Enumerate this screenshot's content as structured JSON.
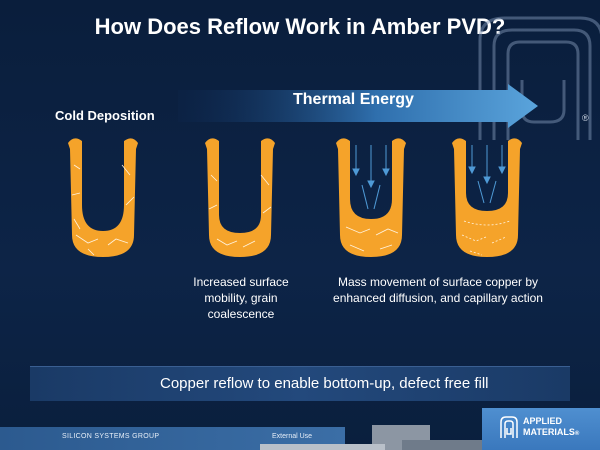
{
  "slide": {
    "title": "How Does Reflow Work in Amber PVD?",
    "arrow_label": "Thermal Energy",
    "registered_mark": "®",
    "cold_label": "Cold Deposition",
    "caption_2": [
      "Increased surface",
      "mobility, grain",
      "coalescence"
    ],
    "caption_3": [
      "Mass movement  of surface copper by",
      "enhanced diffusion, and capillary action"
    ],
    "banner_text": "Copper reflow to enable bottom-up, defect free fill"
  },
  "footer": {
    "group": "SILICON  SYSTEMS GROUP",
    "classification": "External Use",
    "logo_line1": "APPLIED",
    "logo_line2": "MATERIALS",
    "logo_mark": "®"
  },
  "colors": {
    "copper": "#f5a32a",
    "arrow_start": "#0e2a52",
    "arrow_end": "#4f9ad6"
  }
}
